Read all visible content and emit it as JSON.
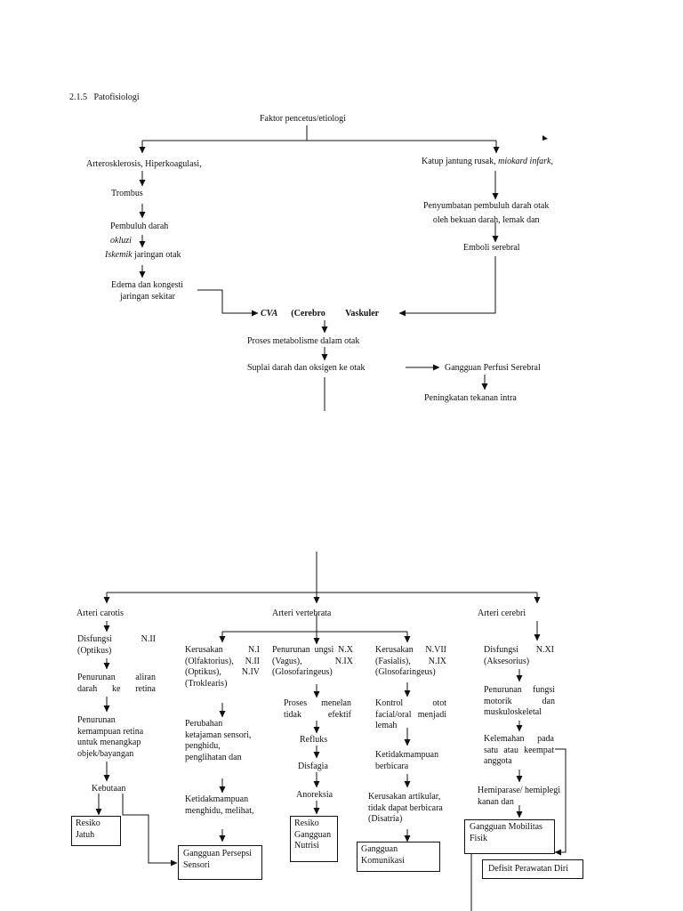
{
  "section": {
    "number": "2.1.5",
    "title": "Patofisiologi"
  },
  "top": {
    "root": "Faktor pencetus/etiologi",
    "left_causes": "Arterosklerosis,  Hiperkoagulasi,",
    "right_causes": "Katup   jantung   rusak,",
    "right_causes_italic": "miokard  infark,",
    "trombus": "Trombus",
    "pembuluh": "Pembuluh        darah",
    "okluzi": "okluzi",
    "iskemik_a": "Iskemik",
    "iskemik_b": " jaringan otak",
    "edema_1": "Edema dan kongesti",
    "edema_2": "jaringan sekitar",
    "penyumbatan_1": "Penyumbatan pembuluh darah otak",
    "penyumbatan_2": "oleh bekuan darah, lemak dan",
    "emboli": "Emboli serebral",
    "cva_a": "CVA",
    "cva_b": "(Cerebro",
    "cva_c": "Vaskuler",
    "proses": "Proses    metabolisme    dalam    otak",
    "suplai": "Suplai   darah   dan   oksigen   ke   otak",
    "perfusi": "Gangguan Perfusi Serebral",
    "peningkatan": "Peningkatan     tekanan     intra"
  },
  "bottom": {
    "carotis": "Arteri          carotis",
    "vertebrata": "Arteri          vertebrata",
    "cerebri": "Arteri          cerebri",
    "col1": {
      "disfungsi": "Disfungsi        N.II (Optikus)",
      "penurunan": "Penurunan       aliran darah ke retina",
      "kemampuan": "Penurunan kemampuan retina untuk menangkap objek/bayangan",
      "kebutaan": "Kebutaan",
      "resiko": "Resiko Jatuh"
    },
    "col2": {
      "kerusakan": "Kerusakan      N.I (Olfaktorius), N.II   (Optikus), N.IV (Troklearis)",
      "perubahan": "Perubahan ketajaman sensori, penghidu, penglihatan dan",
      "ketidakmampuan": "Ketidakmampuan menghidu, melihat,",
      "gangguan": "Gangguan Persepsi Sensori"
    },
    "col3": {
      "penurunan": "Penurunan      ungsi N.X (Vagus), N.IX (Glosofaringeus)",
      "proses": "Proses    menelan tidak efektif",
      "refluks": "Refluks",
      "disfagia": "Disfagia",
      "anoreksia": "Anoreksia",
      "resiko": "Resiko Gangguan Nutrisi"
    },
    "col4": {
      "kerusakan": "Kerusakan  N.VII (Fasialis),     N.IX (Glosofaringeus)",
      "kontrol": "Kontrol          otot facial/oral menjadi lemah",
      "ketidakmampuan": "Ketidakmampuan berbicara",
      "artikular": "Kerusakan  artikular, tidak dapat berbicara (Disatria)",
      "gangguan": "Gangguan Komunikasi"
    },
    "col5": {
      "disfungsi": "Disfungsi         N.XI (Aksesorius)",
      "penurunan": "Penurunan fungsi motorik         dan muskuloskeletal",
      "kelemahan": "Kelemahan  pada satu              atau keempat  anggota",
      "hemiparase": "Hemiparase/ hemiplegi kanan dan",
      "gangguan": "Gangguan Mobilitas Fisik",
      "defisit": "Defisit Perawatan Diri"
    }
  }
}
